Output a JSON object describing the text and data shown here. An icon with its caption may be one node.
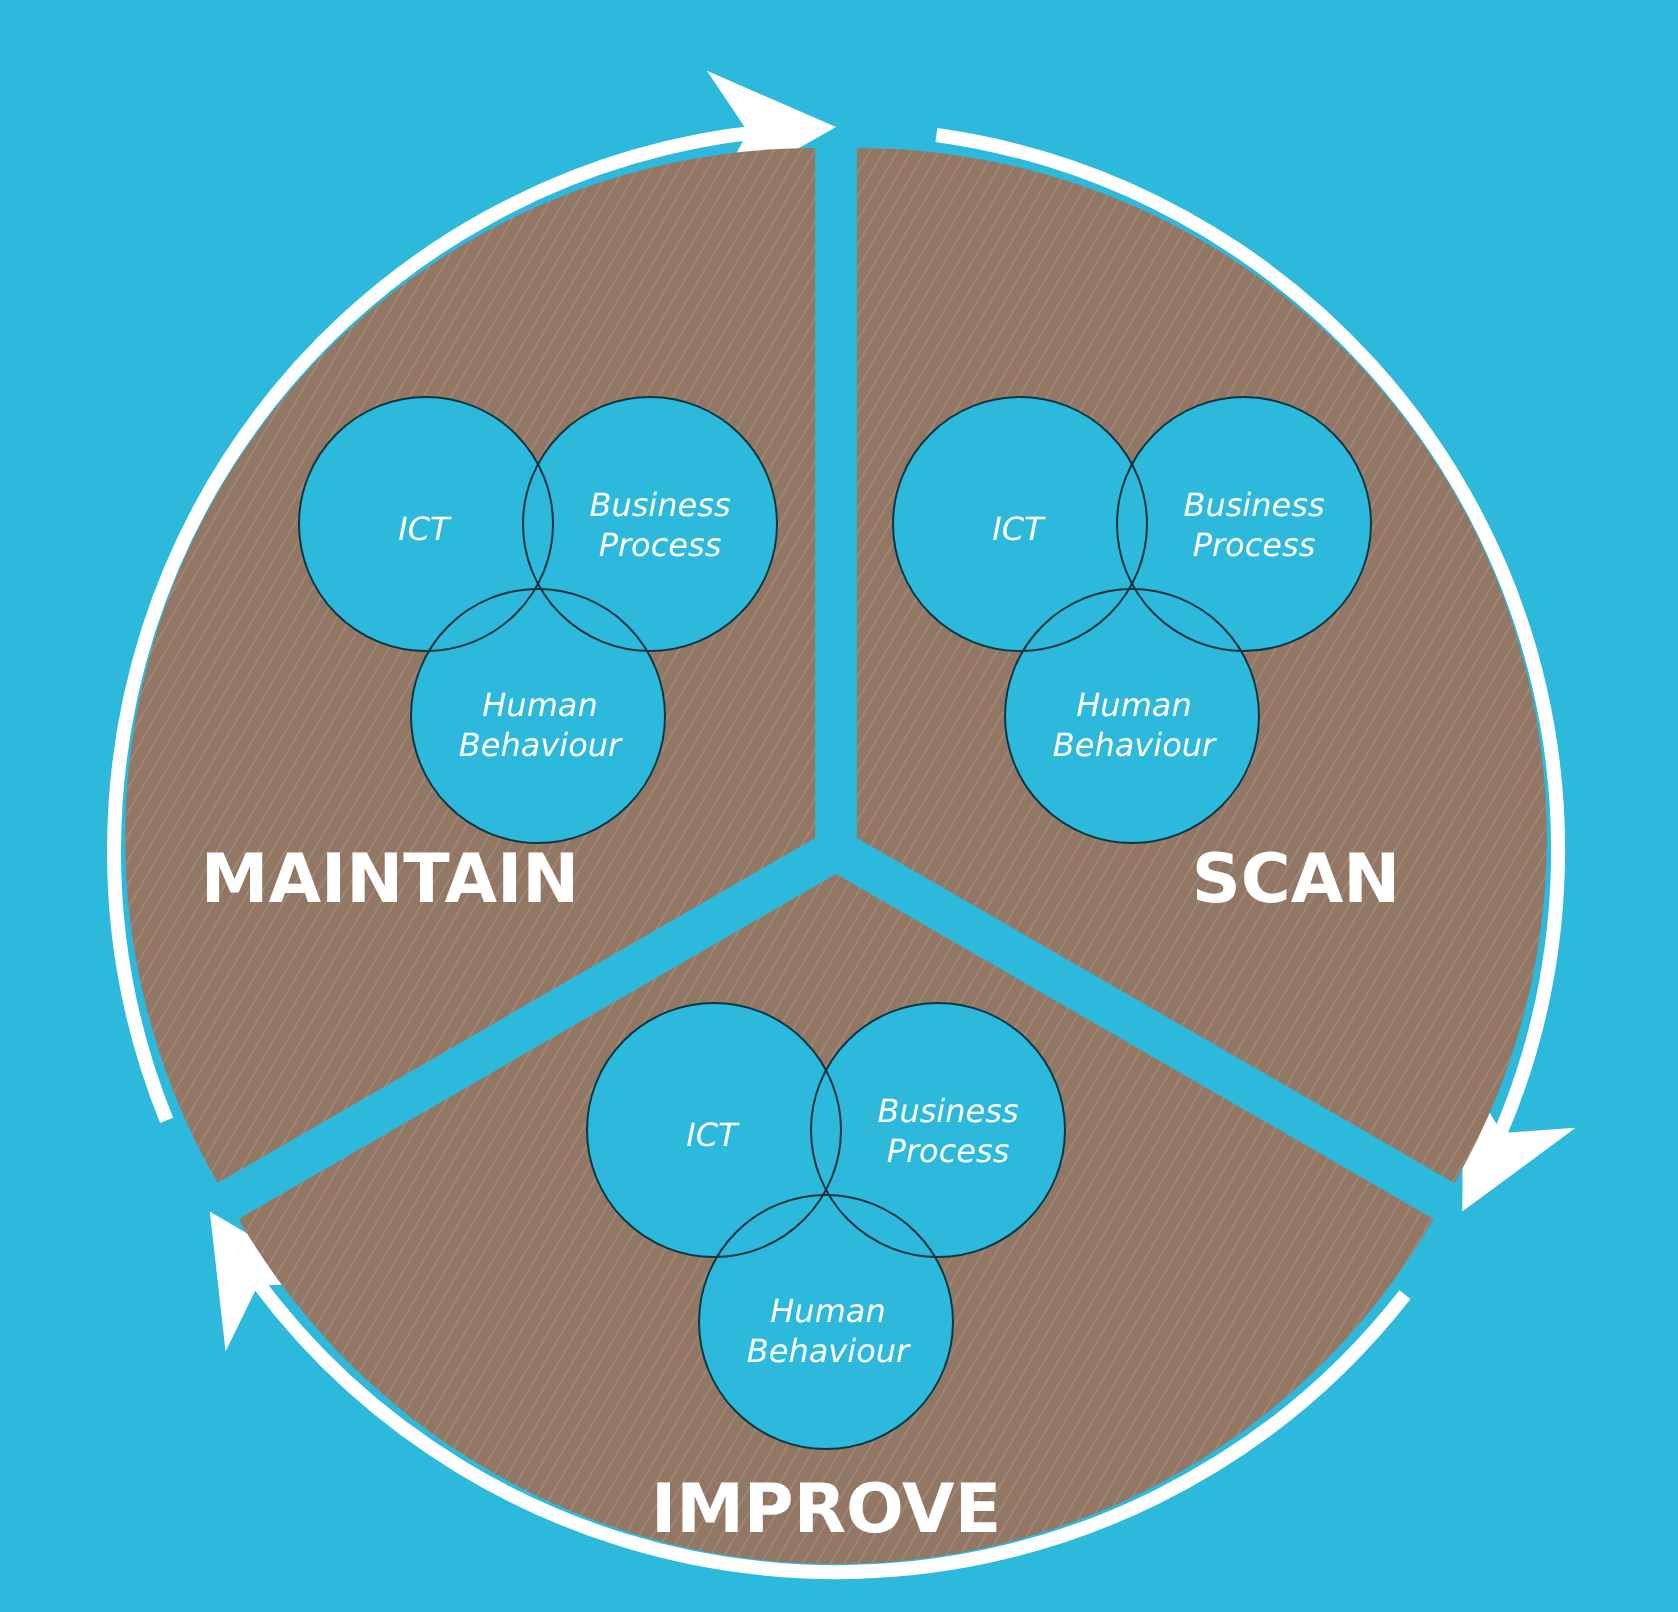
{
  "diagram": {
    "nodes": [
      {
        "text": [
          "MAINTAIN"
        ]
      },
      {
        "text": [
          "ICT"
        ],
        "in": 0
      },
      {
        "text": [
          "Business Process"
        ],
        "in": 0
      },
      {
        "text": [
          "Human Behaviour"
        ],
        "in": 0
      },
      {
        "text": [
          "SCAN"
        ]
      },
      {
        "text": [
          "ICT"
        ],
        "in": 4
      },
      {
        "text": [
          "Business Process"
        ],
        "in": 4
      },
      {
        "text": [
          "Human Behaviour"
        ],
        "in": 4
      },
      {
        "text": [
          "IMPROVE"
        ]
      },
      {
        "text": [
          "ICT"
        ],
        "in": 8
      },
      {
        "text": [
          "Business Process"
        ],
        "in": 8
      },
      {
        "text": [
          "Human Behaviour"
        ],
        "in": 8
      }
    ],
    "edges": [
      {
        "from": 0,
        "to": 4,
        "arrow": "to"
      },
      {
        "from": 4,
        "to": 8,
        "arrow": "to"
      },
      {
        "from": 8,
        "to": 0,
        "arrow": "to"
      }
    ]
  }
}
